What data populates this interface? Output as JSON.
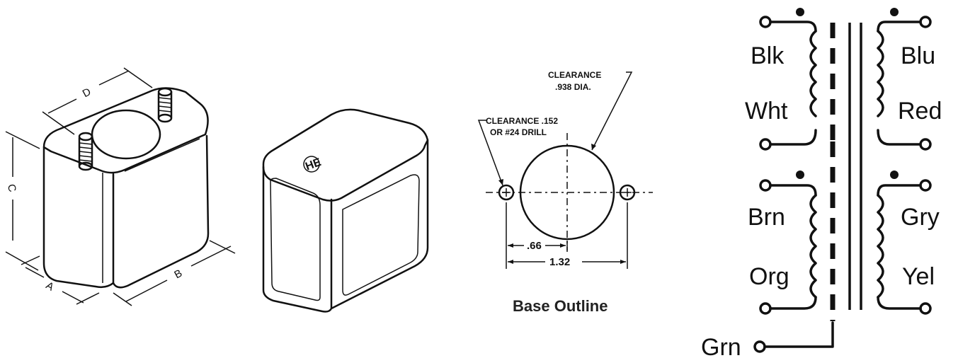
{
  "dimensions": {
    "a": "A",
    "b": "B",
    "c": "C",
    "d": "D"
  },
  "base_outline": {
    "clearance_center": "CLEARANCE",
    "clearance_center_dia": ".938 DIA.",
    "clearance_hole": "CLEARANCE .152",
    "clearance_hole_drill": "OR #24 DRILL",
    "dim_half": ".66",
    "dim_full": "1.32",
    "caption": "Base Outline"
  },
  "schematic": {
    "leads": {
      "blk": "Blk",
      "wht": "Wht",
      "blu": "Blu",
      "red": "Red",
      "brn": "Brn",
      "org": "Org",
      "gry": "Gry",
      "yel": "Yel",
      "grn": "Grn"
    }
  }
}
